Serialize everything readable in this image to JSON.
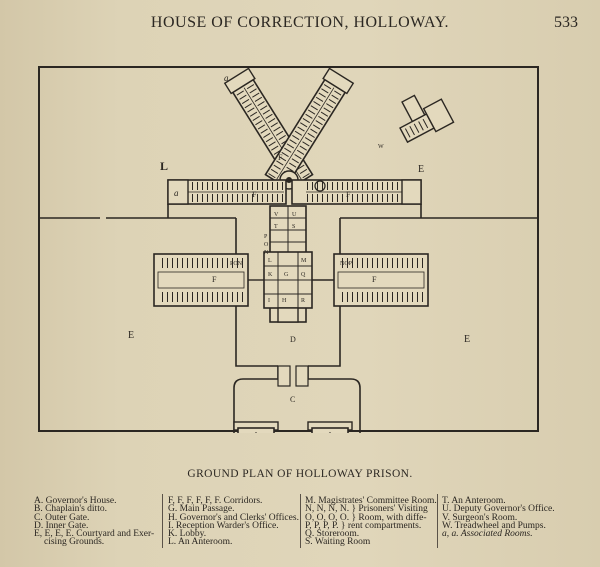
{
  "header": {
    "title": "HOUSE OF CORRECTION, HOLLOWAY.",
    "page_number": "533"
  },
  "caption": "GROUND PLAN OF HOLLOWAY PRISON.",
  "plan_labels": {
    "a": "a",
    "E": "E",
    "F": "F",
    "D": "D",
    "C": "C",
    "A": "A",
    "B": "B",
    "L": "L",
    "T": "T",
    "U": "U",
    "V": "V",
    "S": "S",
    "M": "M",
    "P": "P",
    "O": "O",
    "N": "N",
    "Q": "Q",
    "G": "G",
    "H": "H",
    "I": "I",
    "K": "K",
    "R": "R",
    "W": "W",
    "PON": "PON",
    "NOP": "NOP"
  },
  "legend": {
    "col1": [
      "A. Governor's House.",
      "B. Chaplain's ditto.",
      "C. Outer Gate.",
      "D. Inner Gate.",
      "E, E, E, E. Courtyard and Exer-",
      "cising Grounds."
    ],
    "col2": [
      "F, F, F, F, F, F. Corridors.",
      "G. Main Passage.",
      "H. Governor's and Clerks' Offices.",
      "I. Reception Warder's Office.",
      "K. Lobby.",
      "L. An Anteroom."
    ],
    "col3": [
      "M. Magistrates' Committee Room.",
      "N, N, N, N. } Prisoners' Visiting",
      "O, O, O, O. } Room, with diffe-",
      "P, P, P, P. } rent compartments.",
      "Q. Storeroom.",
      "S. Waiting Room"
    ],
    "col4": [
      "T. An Anteroom.",
      "U. Deputy Governor's Office.",
      "V. Surgeon's Room.",
      "W. Treadwheel and Pumps.",
      "a, a. Associated Rooms."
    ]
  }
}
